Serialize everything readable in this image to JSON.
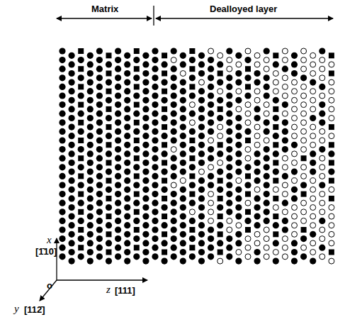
{
  "diagram": {
    "labels": [
      "Matrix",
      "Dealloyed layer",
      "x",
      "[1̄10]",
      "o",
      "y",
      "[112̄]",
      "z",
      "[111]"
    ]
  }
}
